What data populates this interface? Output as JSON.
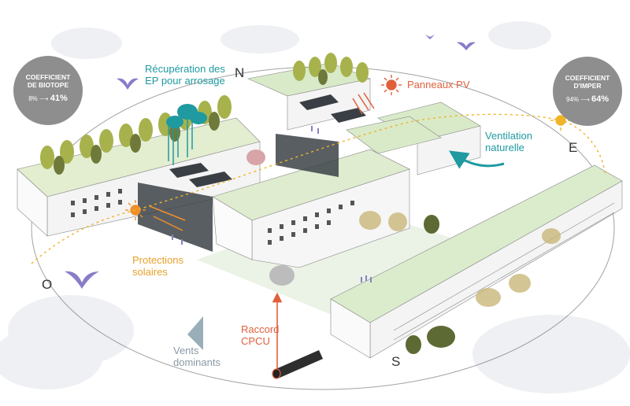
{
  "labels": {
    "rain_recovery": [
      "Récupération des",
      "EP pour arrosage"
    ],
    "solar_panels": "Panneaux PV",
    "natural_ventilation": [
      "Ventilation",
      "naturelle"
    ],
    "sun_protection": [
      "Protections",
      "solaires"
    ],
    "district_heating": [
      "Raccord",
      "CPCU"
    ],
    "prevailing_winds": [
      "Vents",
      "dominants"
    ]
  },
  "compass": {
    "north": "N",
    "east": "E",
    "south": "S",
    "west": "O"
  },
  "badges": {
    "biotope": {
      "title": [
        "COEFFICIENT",
        "DE BIOTOPE"
      ],
      "from": "8%",
      "to": "41%"
    },
    "imper": {
      "title": [
        "COEFFICIENT",
        "D'IMPER"
      ],
      "from": "94%",
      "to": "64%"
    }
  },
  "colors": {
    "teal": "#1f9aa0",
    "orange": "#e8a12a",
    "red": "#e0603c",
    "grey_badge": "#8e8e8e",
    "roof_green": "#dfeccf",
    "tree_green": "#a7b24c"
  }
}
